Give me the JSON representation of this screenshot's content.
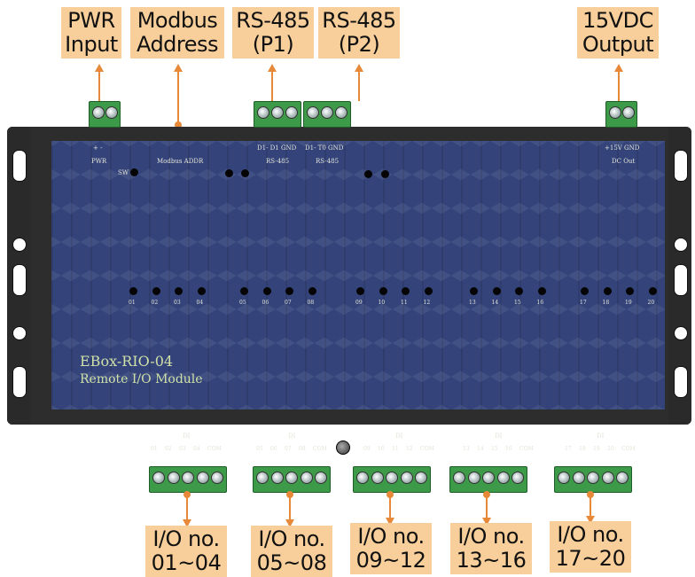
{
  "callouts": {
    "pwr": [
      "PWR",
      "Input"
    ],
    "modbus": [
      "Modbus",
      "Address"
    ],
    "rs485_p1": [
      "RS-485",
      "(P1)"
    ],
    "rs485_p2": [
      "RS-485",
      "(P2)"
    ],
    "dc_out": [
      "15VDC",
      "Output"
    ],
    "io1": [
      "I/O no.",
      "01~04"
    ],
    "io2": [
      "I/O no.",
      "05~08"
    ],
    "io3": [
      "I/O no.",
      "09~12"
    ],
    "io4": [
      "I/O no.",
      "13~16"
    ],
    "io5": [
      "I/O no.",
      "17~20"
    ]
  },
  "panel": {
    "top_labels": {
      "pwr_pins": "+ -",
      "pwr": "PWR",
      "modbus_addr": "Modbus ADDR",
      "sw": "SW",
      "rs485_p1_pins": "D1- D1 GND",
      "rs485_p1": "RS-485",
      "rs485_p2_pins": "D1- T0 GND",
      "rs485_p2": "RS-485",
      "dcout_pins": "+15V GND",
      "dcout": "DC Out"
    },
    "channel_numbers": [
      "01",
      "02",
      "03",
      "04",
      "05",
      "06",
      "07",
      "08",
      "09",
      "10",
      "11",
      "12",
      "13",
      "14",
      "15",
      "16",
      "17",
      "18",
      "19",
      "20"
    ],
    "model": "EBox-RIO-04",
    "subtitle": "Remote I/O Module",
    "di_groups": [
      {
        "title": "DI",
        "pins": [
          "01",
          "02",
          "03",
          "04",
          "COM"
        ]
      },
      {
        "title": "DI",
        "pins": [
          "05",
          "06",
          "07",
          "08",
          "COM"
        ]
      },
      {
        "title": "DI",
        "pins": [
          "09",
          "10",
          "11",
          "12",
          "COM"
        ]
      },
      {
        "title": "DI",
        "pins": [
          "13",
          "14",
          "15",
          "16",
          "COM"
        ]
      },
      {
        "title": "DI",
        "pins": [
          "17",
          "18",
          "19",
          "20",
          "COM"
        ]
      }
    ]
  },
  "colors": {
    "callout_fill": "#f8cf9a",
    "leader": "#e8893a",
    "panel_blue": "#34447a",
    "terminal_green": "#3d9a48"
  }
}
